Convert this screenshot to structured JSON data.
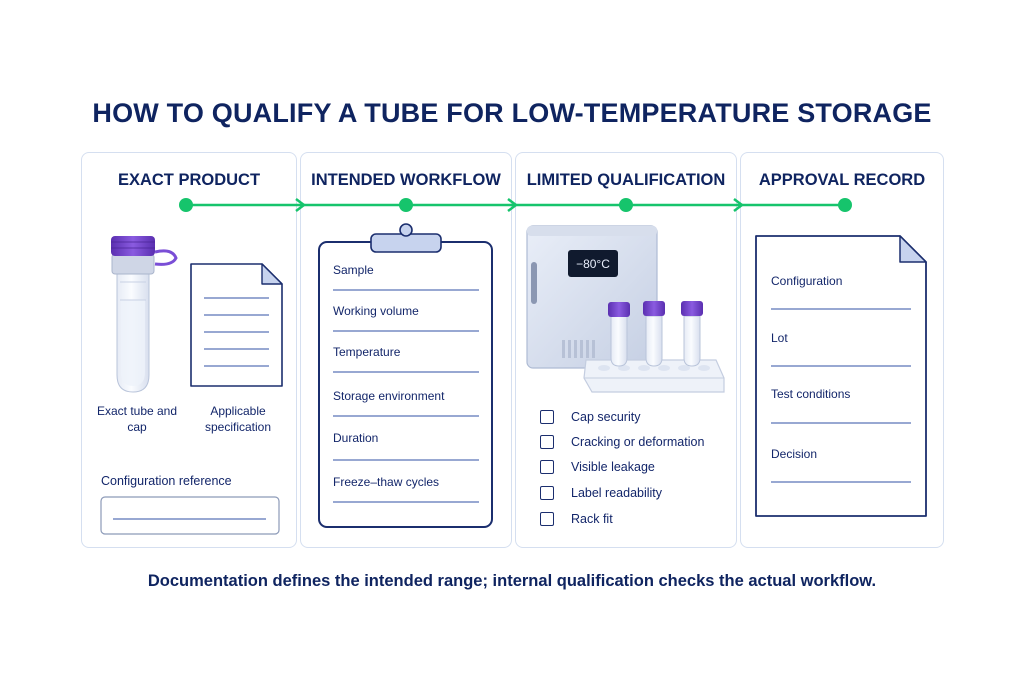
{
  "title": "HOW TO QUALIFY A TUBE FOR LOW-TEMPERATURE STORAGE",
  "steps": [
    {
      "heading": "EXACT PRODUCT"
    },
    {
      "heading": "INTENDED WORKFLOW"
    },
    {
      "heading": "LIMITED QUALIFICATION"
    },
    {
      "heading": "APPROVAL RECORD"
    }
  ],
  "product": {
    "tube_label_line1": "Exact tube and",
    "tube_label_line2": "cap",
    "spec_label_line1": "Applicable",
    "spec_label_line2": "specification",
    "config_reference_label": "Configuration reference"
  },
  "workflow": {
    "items": [
      "Sample",
      "Working volume",
      "Temperature",
      "Storage environment",
      "Duration",
      "Freeze–thaw cycles"
    ]
  },
  "qualification": {
    "freezer_display": "−80°C",
    "checks": [
      "Cap security",
      "Cracking or deformation",
      "Visible leakage",
      "Label readability",
      "Rack fit"
    ]
  },
  "approval": {
    "fields": [
      "Configuration",
      "Lot",
      "Test conditions",
      "Decision"
    ]
  },
  "footer": "Documentation defines the intended range; internal qualification checks the actual workflow.",
  "colors": {
    "navy": "#0f2460",
    "green": "#16c46c",
    "purple": "#6d3fc4",
    "panel_border": "#d5dff0"
  }
}
